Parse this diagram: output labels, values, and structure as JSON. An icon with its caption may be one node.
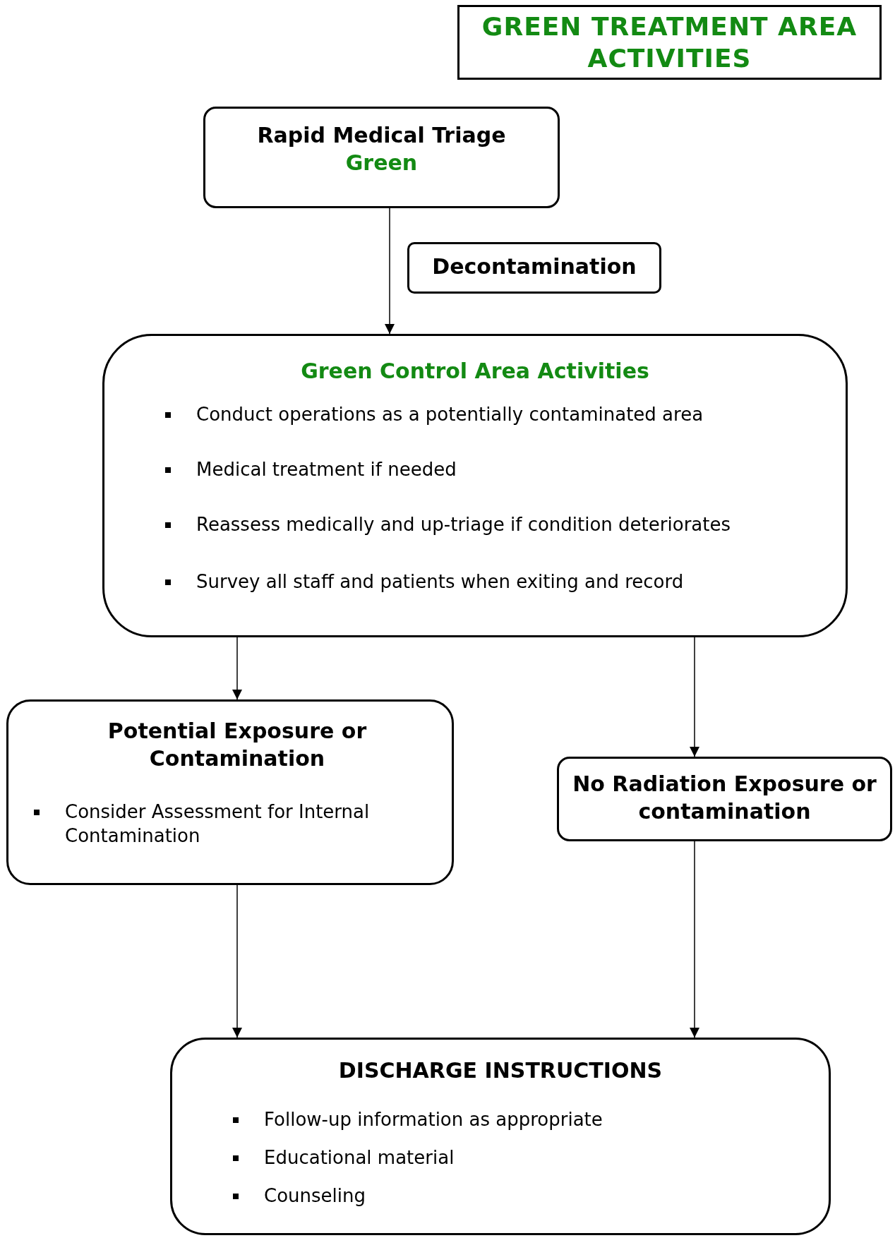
{
  "diagram": {
    "title": "GREEN TREATMENT AREA ACTIVITIES",
    "nodes": [
      {
        "text": [
          "Rapid Medical Triage",
          "Green"
        ]
      },
      {
        "text": [
          "Decontamination"
        ]
      },
      {
        "text": [
          "Green Control Area Activities",
          "Conduct operations as a potentially contaminated area",
          "Medical treatment if needed",
          "Reassess medically and up-triage if condition deteriorates",
          "Survey all staff and patients when exiting and record"
        ]
      },
      {
        "text": [
          "Potential Exposure or Contamination",
          "Consider Assessment for Internal Contamination"
        ]
      },
      {
        "text": [
          "No Radiation Exposure or contamination"
        ]
      },
      {
        "text": [
          "DISCHARGE INSTRUCTIONS",
          "Follow-up information as appropriate",
          "Educational material",
          "Counseling"
        ]
      }
    ],
    "edges": [
      {
        "from": 0,
        "to": 2,
        "arrow": "to"
      },
      {
        "from": 2,
        "to": 3,
        "arrow": "to"
      },
      {
        "from": 2,
        "to": 4,
        "arrow": "to"
      },
      {
        "from": 3,
        "to": 5,
        "arrow": "to"
      },
      {
        "from": 4,
        "to": 5,
        "arrow": "to"
      }
    ]
  }
}
